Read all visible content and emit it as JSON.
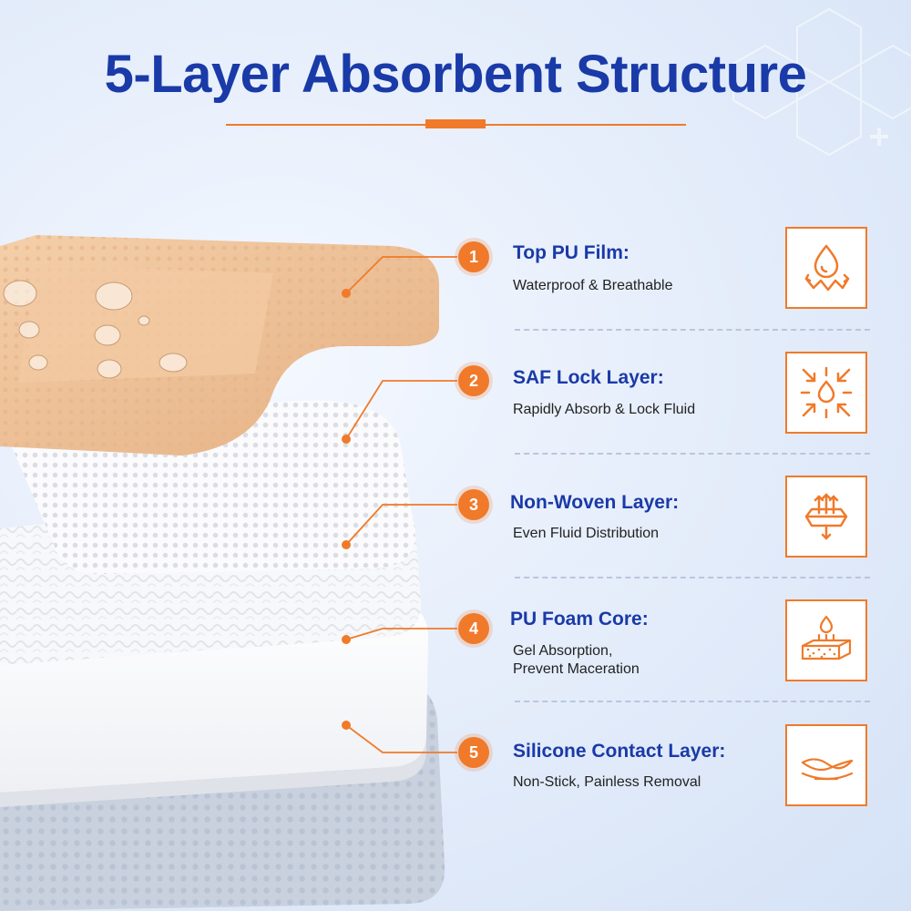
{
  "title": "5-Layer Absorbent Structure",
  "colors": {
    "accent": "#f07a2a",
    "heading": "#1a3aa8"
  },
  "features": [
    {
      "number": "1",
      "title": "Top PU Film:",
      "desc": [
        "Waterproof & Breathable"
      ],
      "icon": "water-drop-breathable-icon"
    },
    {
      "number": "2",
      "title": "SAF Lock Layer:",
      "desc": [
        "Rapidly Absorb & Lock Fluid"
      ],
      "icon": "lock-fluid-icon"
    },
    {
      "number": "3",
      "title": "Non-Woven Layer:",
      "desc": [
        "Even Fluid Distribution"
      ],
      "icon": "fluid-distribution-icon"
    },
    {
      "number": "4",
      "title": "PU Foam Core:",
      "desc": [
        "Gel Absorption,",
        "Prevent Maceration"
      ],
      "icon": "foam-absorption-icon"
    },
    {
      "number": "5",
      "title": "Silicone Contact Layer:",
      "desc": [
        "Non-Stick, Painless Removal"
      ],
      "icon": "painless-removal-icon"
    }
  ]
}
